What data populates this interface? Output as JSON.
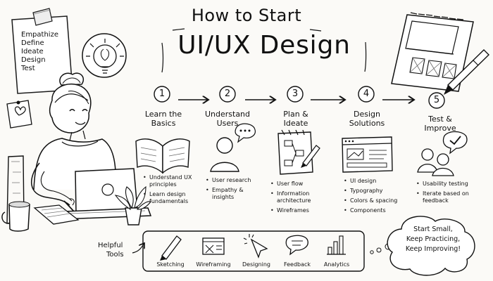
{
  "title": {
    "line1": "How to Start",
    "line2": "UI/UX Design"
  },
  "notes": {
    "lines": [
      "Empathize",
      "Define",
      "Ideate",
      "Design",
      "Test"
    ]
  },
  "steps": [
    {
      "number": "1",
      "label": [
        "Learn the",
        "Basics"
      ],
      "bullets": [
        "Understand UX principles",
        "Learn design fundamentals"
      ]
    },
    {
      "number": "2",
      "label": [
        "Understand",
        "Users"
      ],
      "bullets": [
        "User research",
        "Empathy & insights"
      ]
    },
    {
      "number": "3",
      "label": [
        "Plan &",
        "Ideate"
      ],
      "bullets": [
        "User flow",
        "Information architecture",
        "Wireframes"
      ]
    },
    {
      "number": "4",
      "label": [
        "Design",
        "Solutions"
      ],
      "bullets": [
        "UI design",
        "Typography",
        "Colors & spacing",
        "Components"
      ]
    },
    {
      "number": "5",
      "label": [
        "Test &",
        "Improve"
      ],
      "bullets": [
        "Usability testing",
        "Iterate based on feedback"
      ]
    }
  ],
  "helpful_tools": {
    "label": [
      "Helpful",
      "Tools"
    ],
    "items": [
      {
        "name": "Sketching",
        "icon": "pencil-icon"
      },
      {
        "name": "Wireframing",
        "icon": "wireframe-window-icon"
      },
      {
        "name": "Designing",
        "icon": "cursor-click-icon"
      },
      {
        "name": "Feedback",
        "icon": "speech-bubble-icon"
      },
      {
        "name": "Analytics",
        "icon": "bar-chart-icon"
      }
    ]
  },
  "closing": {
    "lines": [
      "Start Small,",
      "Keep Practicing,",
      "Keep Improving!"
    ]
  },
  "icons": {
    "lightbulb": "lightbulb-icon",
    "heart": "heart-icon"
  }
}
